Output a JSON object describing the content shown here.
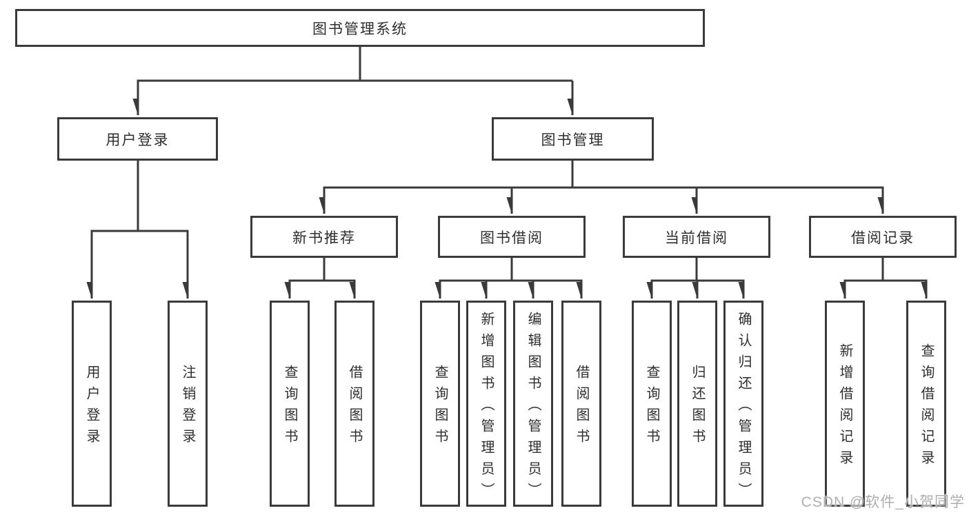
{
  "tree": {
    "root": {
      "label": "图书管理系统",
      "children": [
        {
          "label": "用户登录",
          "children": [
            {
              "label": "用户登录"
            },
            {
              "label": "注销登录"
            }
          ]
        },
        {
          "label": "图书管理",
          "children": [
            {
              "label": "新书推荐",
              "children": [
                {
                  "label": "查询图书"
                },
                {
                  "label": "借阅图书"
                }
              ]
            },
            {
              "label": "图书借阅",
              "children": [
                {
                  "label": "查询图书"
                },
                {
                  "label": "新增图书（管理员）"
                },
                {
                  "label": "编辑图书（管理员）"
                },
                {
                  "label": "借阅图书"
                }
              ]
            },
            {
              "label": "当前借阅",
              "children": [
                {
                  "label": "查询图书"
                },
                {
                  "label": "归还图书"
                },
                {
                  "label": "确认归还（管理员）"
                }
              ]
            },
            {
              "label": "借阅记录",
              "children": [
                {
                  "label": "新增借阅记录"
                },
                {
                  "label": "查询借阅记录"
                }
              ]
            }
          ]
        }
      ]
    }
  },
  "watermark": {
    "text": "CSDN @软件_小贺同学"
  },
  "colors": {
    "line": "#3a3a3a",
    "box_border": "#3a3a3a",
    "box_background": "#ffffff",
    "text": "#2e2e2e",
    "watermark_text": "#aeaeae",
    "canvas_background": "#ffffff"
  }
}
